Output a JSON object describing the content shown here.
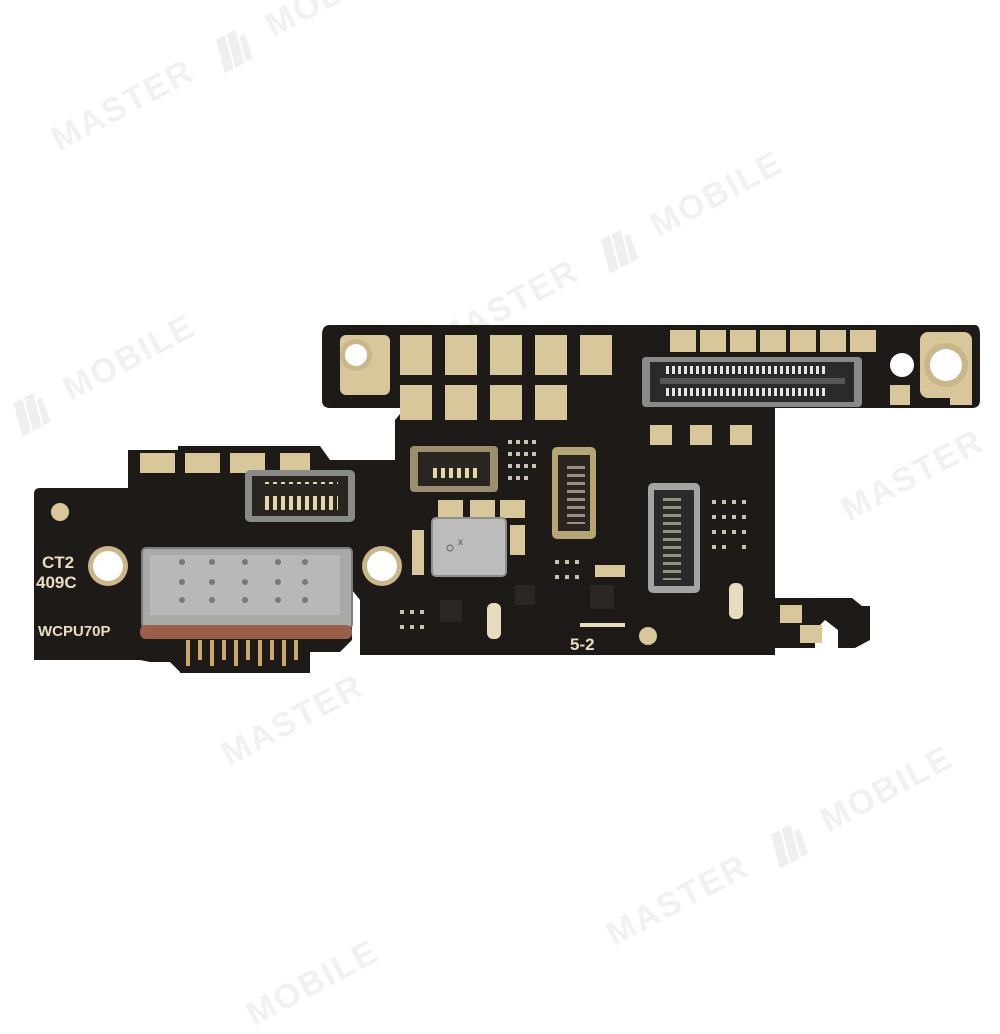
{
  "watermark": {
    "text_left": "MASTER",
    "text_right": "MOBILE",
    "color": "#f1f1f1"
  },
  "board": {
    "description": "Charging port flex board (PCB) with USB-C connector",
    "pcb_color": "#1e1a18",
    "pad_color": "#d8c79a",
    "silkscreen": {
      "label_1": "CT2",
      "label_2": "409C",
      "label_3": "WCPU70P",
      "label_4": "5-2"
    },
    "components": [
      "usb-c-port",
      "board-to-board-connector-main",
      "board-to-board-connector-small",
      "fpc-connector-vertical",
      "fpc-connector-large",
      "microphone",
      "mounting-holes"
    ]
  }
}
